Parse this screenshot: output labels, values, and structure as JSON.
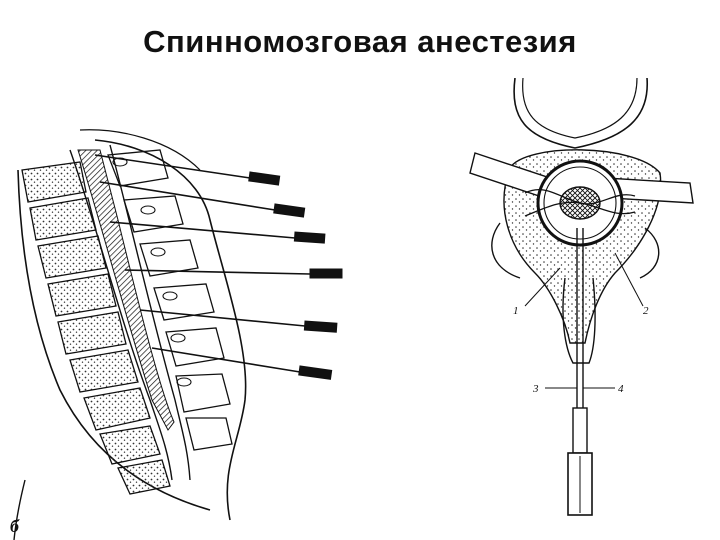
{
  "slide": {
    "title": "Спинномозговая анестезия"
  },
  "figure_left": {
    "label": "б",
    "needle_count": 6
  },
  "figure_right": {
    "callouts": [
      "1",
      "2",
      "3",
      "4"
    ]
  },
  "colors": {
    "ink": "#111111",
    "background": "#ffffff"
  }
}
